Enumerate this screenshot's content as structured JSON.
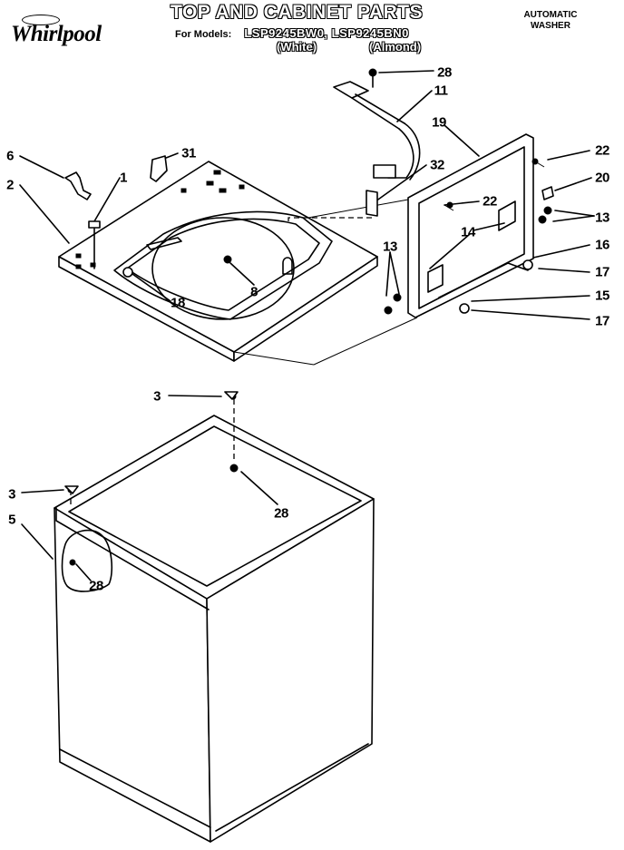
{
  "header": {
    "brand": "Whirlpool",
    "title": "TOP AND CABINET PARTS",
    "models_label": "For Models:",
    "models_value": "LSP9245BW0, LSP9245BN0",
    "color_white": "(White)",
    "color_almond": "(Almond)",
    "product_line1": "AUTOMATIC",
    "product_line2": "WASHER"
  },
  "callouts": [
    "28",
    "11",
    "19",
    "22",
    "20",
    "13",
    "16",
    "17",
    "15",
    "17",
    "14",
    "13",
    "22",
    "6",
    "31",
    "1",
    "2",
    "32",
    "8",
    "18",
    "3",
    "28",
    "3",
    "5",
    "28"
  ],
  "colors": {
    "ink": "#000000",
    "paper": "#ffffff"
  }
}
